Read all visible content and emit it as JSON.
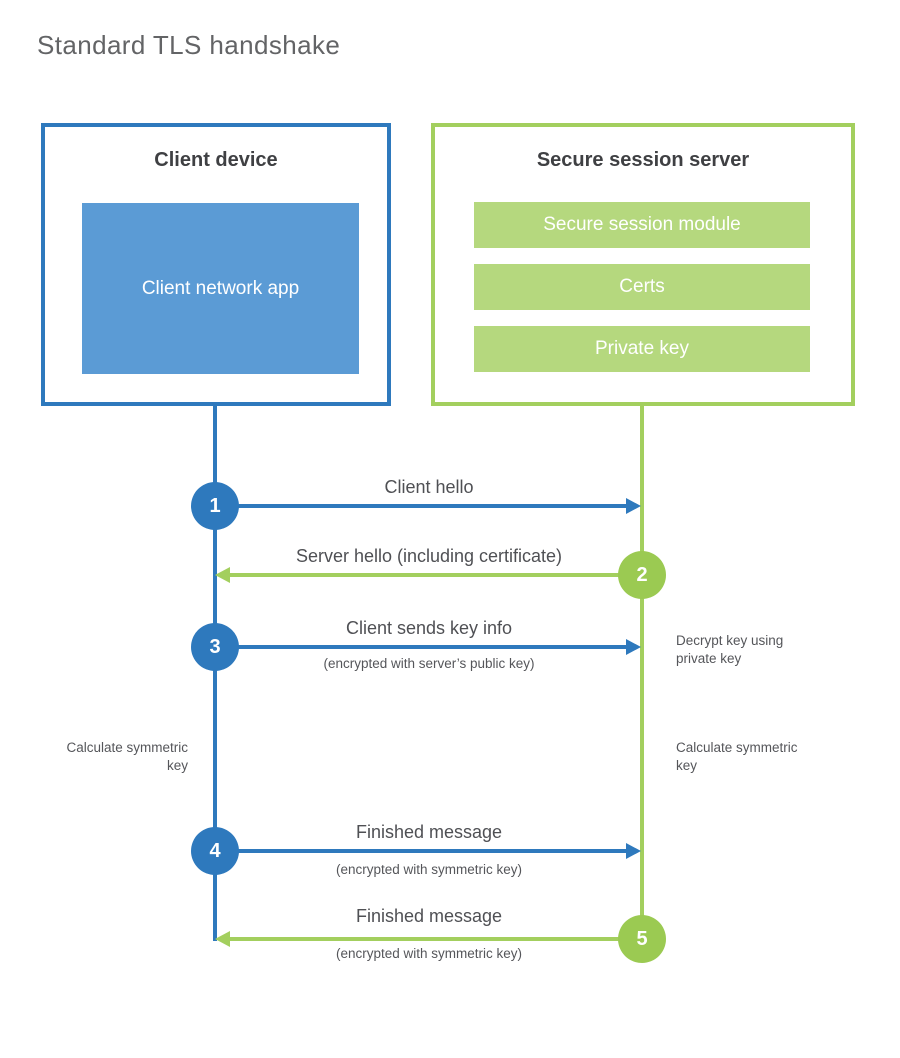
{
  "title": "Standard TLS handshake",
  "client": {
    "title": "Client device",
    "module": "Client network app"
  },
  "server": {
    "title": "Secure session server",
    "modules": [
      "Secure session module",
      "Certs",
      "Private key"
    ]
  },
  "steps": [
    {
      "number": "1",
      "label": "Client hello",
      "direction": "right",
      "actor": "client"
    },
    {
      "number": "2",
      "label": "Server hello (including certificate)",
      "direction": "left",
      "actor": "server"
    },
    {
      "number": "3",
      "label": "Client sends key info",
      "sublabel": "(encrypted with server’s public key)",
      "direction": "right",
      "actor": "client"
    },
    {
      "number": "4",
      "label": "Finished message",
      "sublabel": "(encrypted with symmetric key)",
      "direction": "right",
      "actor": "client"
    },
    {
      "number": "5",
      "label": "Finished message",
      "sublabel": "(encrypted with symmetric key)",
      "direction": "left",
      "actor": "server"
    }
  ],
  "side_notes": {
    "decrypt": "Decrypt key using private key",
    "calculate_left": "Calculate symmetric key",
    "calculate_right": "Calculate symmetric key"
  },
  "colors": {
    "client_blue": "#2e79bd",
    "client_fill_blue": "#5b9bd5",
    "server_green": "#a3cf5e",
    "server_fill_green": "#b5d87e",
    "server_circle_green": "#9bca52",
    "heading_text": "#3f4043",
    "body_text": "#55565a"
  }
}
